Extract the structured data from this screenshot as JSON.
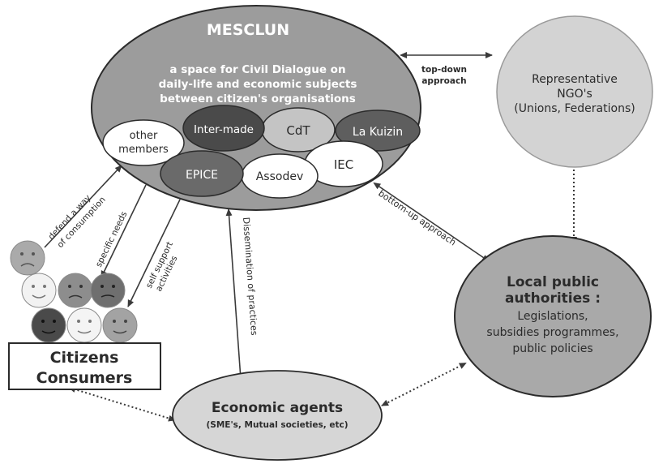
{
  "mesclun": {
    "title": "MESCLUN",
    "desc_line1": "a space for Civil Dialogue on",
    "desc_line2": "daily-life and economic subjects",
    "desc_line3": "between citizen's organisations",
    "members": {
      "other_line1": "other",
      "other_line2": "members",
      "intermade": "Inter-made",
      "cdt": "CdT",
      "lakuizin": "La Kuizin",
      "epice": "EPICE",
      "assodev": "Assodev",
      "iec": "IEC"
    }
  },
  "ngo": {
    "line1": "Representative",
    "line2": "NGO's",
    "line3": "(Unions, Federations)"
  },
  "authorities": {
    "line1": "Local public",
    "line2": "authorities :",
    "line3": "Legislations,",
    "line4": "subsidies programmes,",
    "line5": "public policies"
  },
  "economic": {
    "title": "Economic agents",
    "subtitle": "(SME's, Mutual societies, etc)"
  },
  "citizens": {
    "line1": "Citizens",
    "line2": "Consumers"
  },
  "edges": {
    "topdown_line1": "top-down",
    "topdown_line2": "approach",
    "bottomup": "bottom-up approach",
    "defend_line1": "defend a way",
    "defend_line2": "of consumption",
    "specific": "specific needs",
    "selfsupport_line1": "self support",
    "selfsupport_line2": "activities",
    "dissemination": "Dissemination of practices"
  },
  "colors": {
    "mesclun_fill": "#9c9c9c",
    "ngo_fill": "#d3d3d3",
    "authorities_fill": "#a9a9a9",
    "economic_fill": "#d6d6d6",
    "intermade_fill": "#4a4a4a",
    "lakuizin_fill": "#5e5e5e",
    "epice_fill": "#6a6a6a",
    "cdt_fill": "#c4c4c4"
  }
}
